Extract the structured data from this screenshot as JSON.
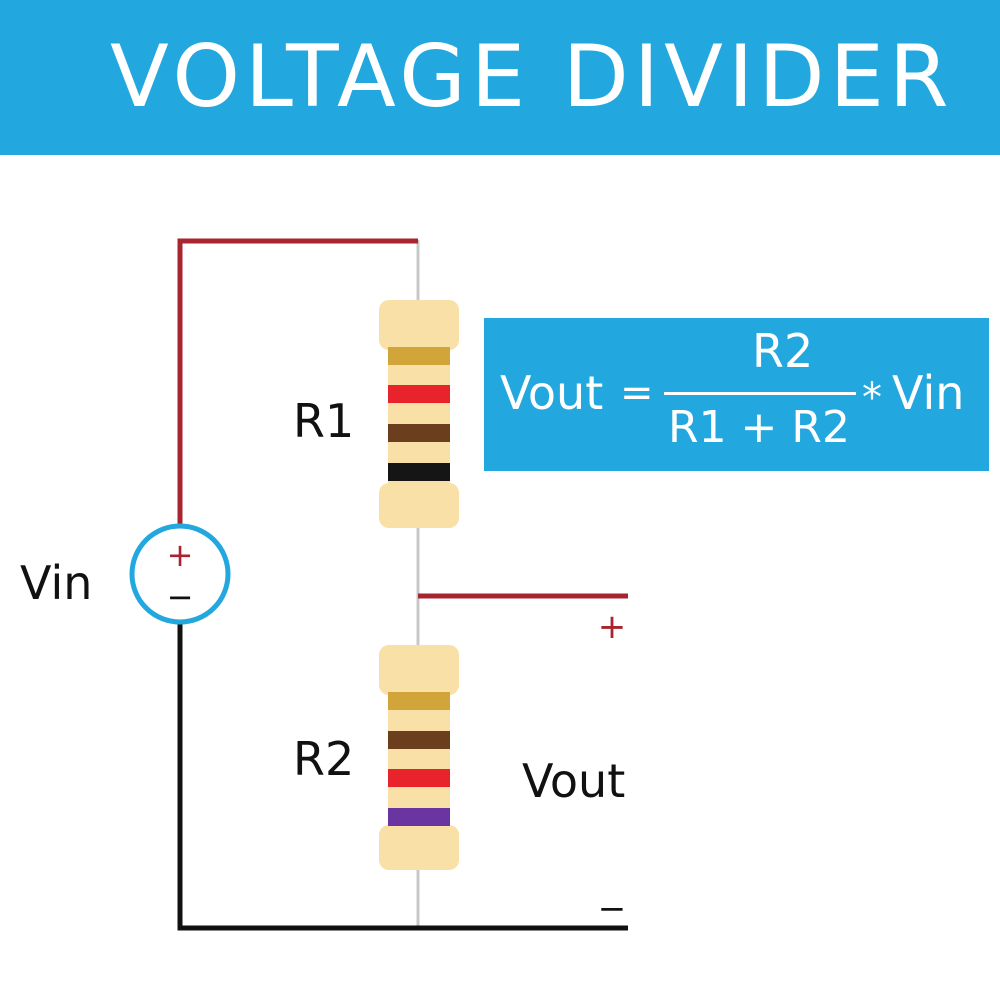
{
  "title": "VOLTAGE DIVIDER",
  "labels": {
    "r1": "R1",
    "r2": "R2",
    "vin": "Vin",
    "vout": "Vout",
    "source_plus": "+",
    "source_minus": "−",
    "out_plus": "+",
    "out_minus": "−"
  },
  "formula": {
    "lhs": "Vout",
    "equals": "=",
    "numerator": "R2",
    "denominator": "R1 + R2",
    "times": "*",
    "rhs": "Vin"
  },
  "colors": {
    "banner": "#22a7df",
    "positive_wire": "#a8242f",
    "ground_wire": "#111111",
    "resistor_lead": "#c8c8c8",
    "resistor_body": "#f8e0a6",
    "source_ring": "#22a7df"
  },
  "resistors": {
    "r1_bands": [
      "#d2a53a",
      "#e8232c",
      "#6b3f1d",
      "#151515"
    ],
    "r2_bands": [
      "#d2a53a",
      "#6b3f1d",
      "#e8232c",
      "#6a35a0"
    ]
  }
}
